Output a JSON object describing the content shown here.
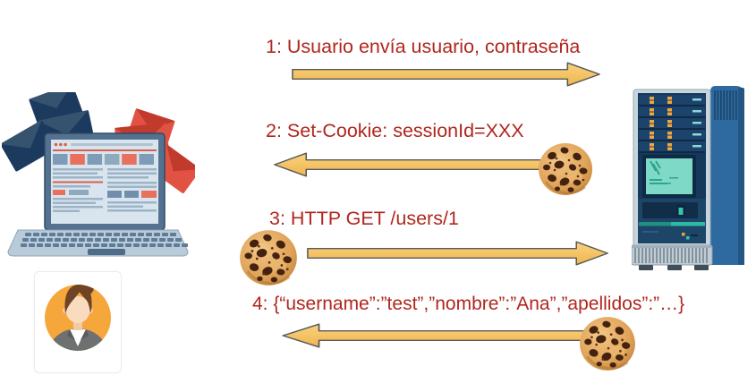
{
  "diagram_type": "sequence-flow",
  "messages": [
    {
      "label": "1: Usuario envía usuario, contraseña",
      "direction": "right",
      "cookie": "none"
    },
    {
      "label": "2: Set-Cookie: sessionId=XXX",
      "direction": "left",
      "cookie": "right"
    },
    {
      "label": "3: HTTP GET /users/1",
      "direction": "right",
      "cookie": "left"
    },
    {
      "label": "4: {“username”:”test”,”nombre”:”Ana”,”apellidos”:”…}",
      "direction": "left",
      "cookie": "right"
    }
  ],
  "actors": {
    "client": {
      "icon": "laptop-icon",
      "extras": [
        "envelopes-icon",
        "user-avatar-icon"
      ]
    },
    "server": {
      "icon": "server-icon"
    }
  },
  "icons": {
    "cookie": "cookie-icon"
  },
  "colors": {
    "label_text": "#B0261D",
    "arrow_fill_top": "#FAD27E",
    "arrow_fill_bottom": "#EFB64F",
    "arrow_outline": "#58595B",
    "background": "#FFFFFF"
  }
}
